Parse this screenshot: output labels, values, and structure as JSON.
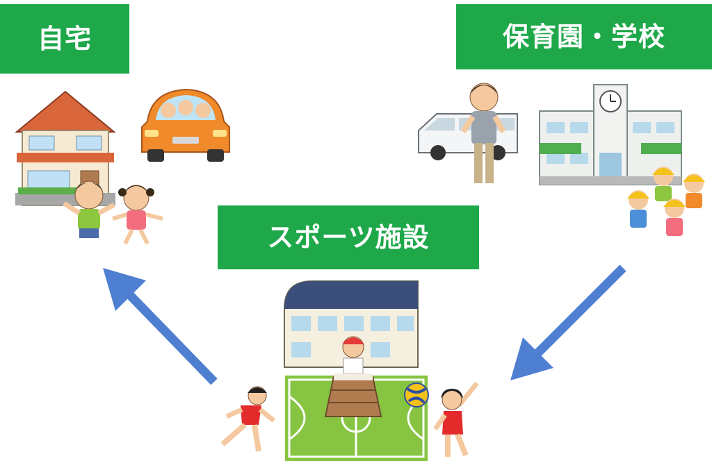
{
  "labels": {
    "home": "自宅",
    "school": "保育園・学校",
    "sports": "スポーツ施設"
  },
  "colors": {
    "label_bg": "#1ea84a",
    "label_text": "#ffffff",
    "arrow": "#4f7fd0"
  },
  "icons": [
    "house-icon",
    "car-with-family-icon",
    "children-icon",
    "van-icon",
    "man-icon",
    "school-building-icon",
    "schoolchildren-icon",
    "gymnasium-icon",
    "court-icon",
    "vaulting-box-icon",
    "runner-icon",
    "volleyball-icon",
    "girl-athlete-icon"
  ]
}
